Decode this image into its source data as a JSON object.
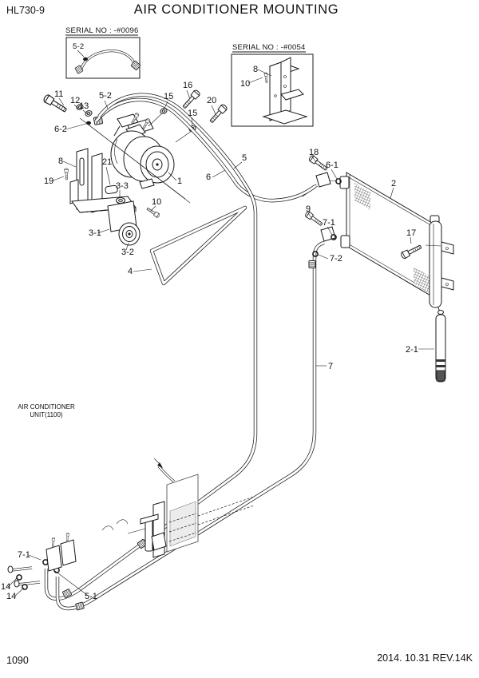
{
  "page": {
    "model": "HL730-9",
    "title": "AIR CONDITIONER MOUNTING",
    "page_number": "1090",
    "revision": "2014. 10.31  REV.14K"
  },
  "insets": [
    {
      "serial": "SERIAL NO : -#0096",
      "part": "5-2"
    },
    {
      "serial": "SERIAL NO : -#0054",
      "part_a": "8",
      "part_b": "10"
    }
  ],
  "unit_note": {
    "line1": "AIR CONDITIONER",
    "line2": "UNIT(1100)"
  },
  "callouts": {
    "n11": "11",
    "n12": "12",
    "n13": "13",
    "n5_2": "5-2",
    "n15a": "15",
    "n16": "16",
    "n15b": "15",
    "n20": "20",
    "n6_2": "6-2",
    "n8": "8",
    "n19": "19",
    "n21": "21",
    "n1": "1",
    "n3_3": "3-3",
    "n10": "10",
    "n3_1": "3-1",
    "n3_2": "3-2",
    "n4": "4",
    "n5": "5",
    "n6": "6",
    "n18": "18",
    "n6_1": "6-1",
    "n2": "2",
    "n9": "9",
    "n7_1": "7-1",
    "n17": "17",
    "n7_2": "7-2",
    "n2_1": "2-1",
    "n7": "7",
    "n7_1b": "7-1",
    "n14a": "14",
    "n14b": "14",
    "n5_1": "5-1"
  },
  "colors": {
    "ink": "#1a1a1a",
    "paper": "#ffffff",
    "panel_fill": "#ececec"
  }
}
